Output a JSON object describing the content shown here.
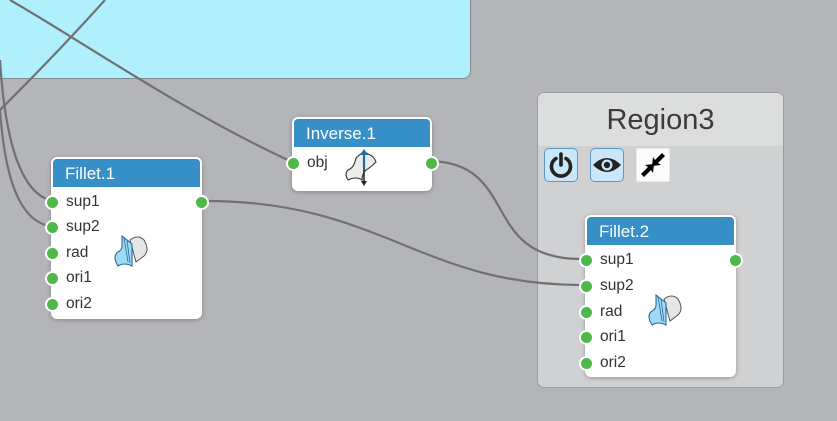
{
  "canvas": {
    "background": "#b4b5b8",
    "wire_color": "#707173",
    "port_color": "#4fb848",
    "node_header_color": "#368fc6"
  },
  "region_cyan": {
    "color": "#b0f0fd"
  },
  "region3": {
    "title": "Region3",
    "buttons": [
      {
        "icon": "power-icon",
        "state": "on"
      },
      {
        "icon": "eye-icon",
        "state": "on"
      },
      {
        "icon": "collapse-icon",
        "state": "off"
      }
    ]
  },
  "nodes": {
    "fillet1": {
      "title": "Fillet.1",
      "inputs": [
        "sup1",
        "sup2",
        "rad",
        "ori1",
        "ori2"
      ],
      "icon": "fillet-icon"
    },
    "inverse1": {
      "title": "Inverse.1",
      "inputs": [
        "obj"
      ],
      "icon": "inverse-icon"
    },
    "fillet2": {
      "title": "Fillet.2",
      "inputs": [
        "sup1",
        "sup2",
        "rad",
        "ori1",
        "ori2"
      ],
      "icon": "fillet-icon"
    }
  }
}
